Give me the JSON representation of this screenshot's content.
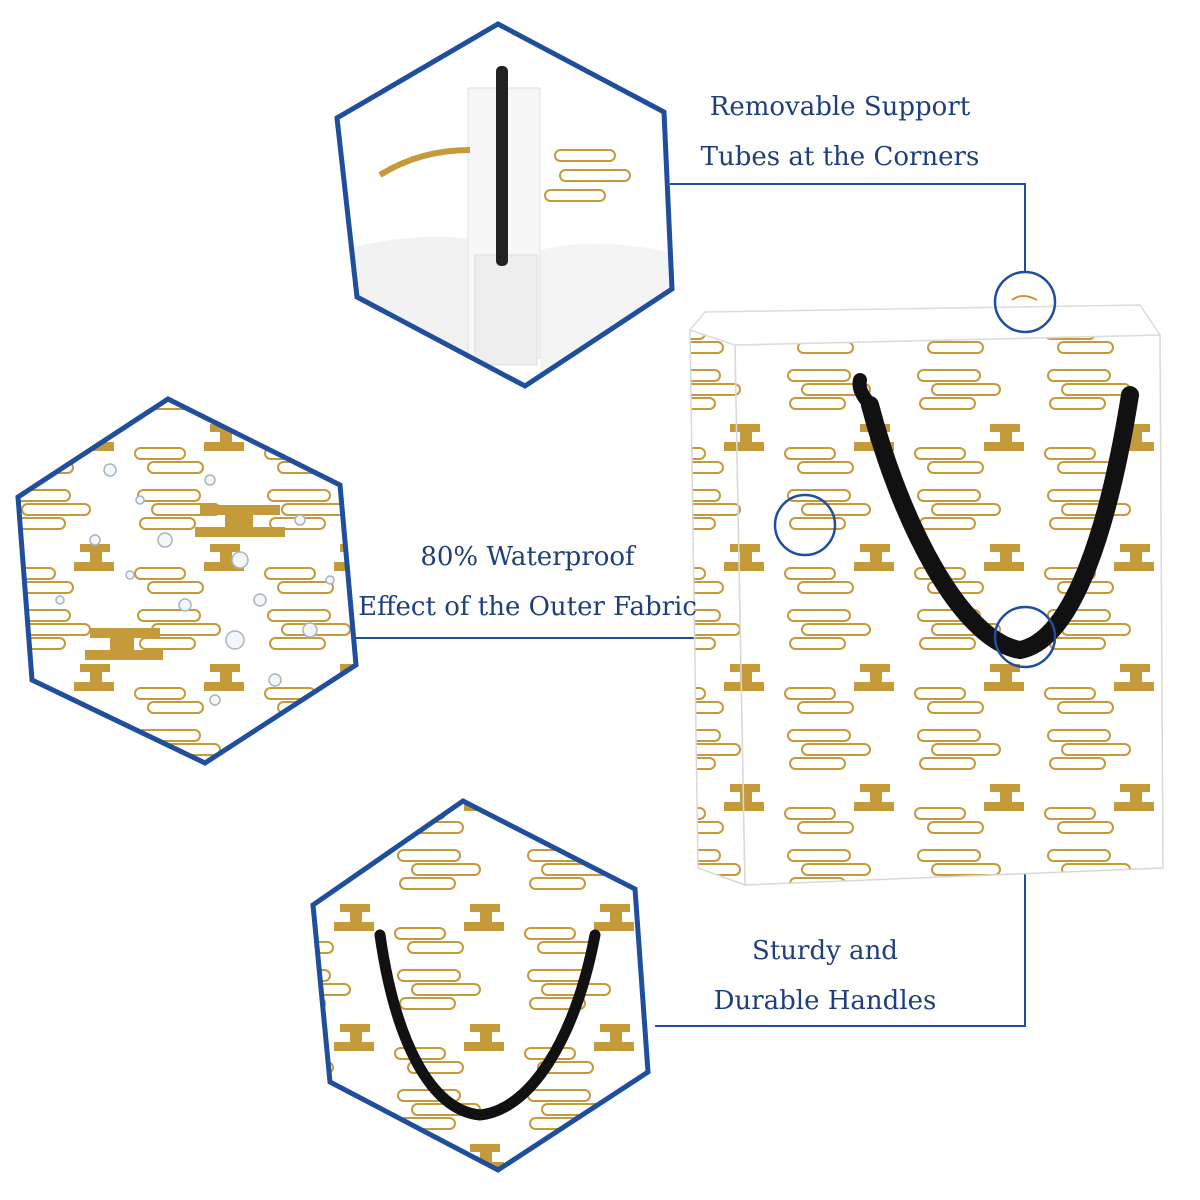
{
  "colors": {
    "accent": "#1f4e9c",
    "pattern_gold": "#c49a3a",
    "handle_black": "#111111",
    "text_blue": "#1f3f7a"
  },
  "callouts": {
    "tubes": {
      "line1": "Removable Support",
      "line2": "Tubes at the Corners"
    },
    "waterproof": {
      "line1": "80% Waterproof",
      "line2": "Effect of the Outer Fabric"
    },
    "handles": {
      "line1": "Sturdy and",
      "line2": "Durable Handles"
    }
  },
  "icons": [
    "hexagon-frame-icon",
    "magnifier-circle-icon"
  ]
}
